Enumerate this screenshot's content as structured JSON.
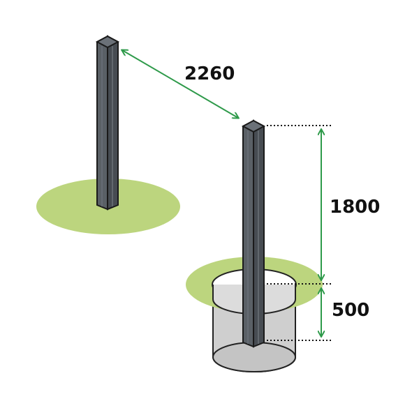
{
  "dimensions": {
    "post_spacing": "2260",
    "post_height_above_ground": "1800",
    "footing_depth": "500"
  },
  "colors": {
    "post_fill": "#4d5258",
    "post_light": "#6b7178",
    "post_stroke": "#1a1a1a",
    "grass": "#bcd57e",
    "dimension_arrow": "#2e9a4a",
    "footing_fill": "#cfcfcf",
    "footing_stroke": "#222222",
    "text": "#111111"
  }
}
